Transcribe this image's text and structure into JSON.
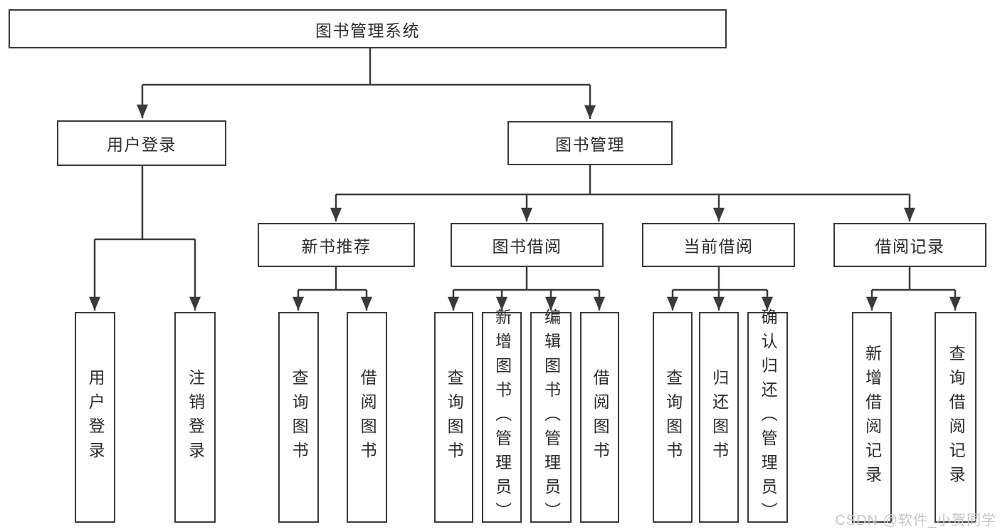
{
  "diagram": {
    "root": {
      "label": "图书管理系统"
    },
    "level2": [
      {
        "label": "用户登录"
      },
      {
        "label": "图书管理"
      }
    ],
    "level3": [
      {
        "label": "新书推荐",
        "parent": "图书管理"
      },
      {
        "label": "图书借阅",
        "parent": "图书管理"
      },
      {
        "label": "当前借阅",
        "parent": "图书管理"
      },
      {
        "label": "借阅记录",
        "parent": "图书管理"
      }
    ],
    "leaves": [
      {
        "label": "用户登录",
        "parent": "用户登录"
      },
      {
        "label": "注销登录",
        "parent": "用户登录"
      },
      {
        "label": "查询图书",
        "parent": "新书推荐"
      },
      {
        "label": "借阅图书",
        "parent": "新书推荐"
      },
      {
        "label": "查询图书",
        "parent": "图书借阅"
      },
      {
        "label": "新增图书（管理员）",
        "parent": "图书借阅"
      },
      {
        "label": "编辑图书（管理员）",
        "parent": "图书借阅"
      },
      {
        "label": "借阅图书",
        "parent": "图书借阅"
      },
      {
        "label": "查询图书",
        "parent": "当前借阅"
      },
      {
        "label": "归还图书",
        "parent": "当前借阅"
      },
      {
        "label": "确认归还（管理员）",
        "parent": "当前借阅"
      },
      {
        "label": "新增借阅记录",
        "parent": "借阅记录"
      },
      {
        "label": "查询借阅记录",
        "parent": "借阅记录"
      }
    ],
    "colors": {
      "line": "#3a3a3a",
      "text": "#2b2b2b",
      "box_background": "#ffffff",
      "page_background": "#ffffff"
    }
  },
  "watermark": {
    "text": "CSDN @软件_小贺同学",
    "color": "#c6c6c6"
  }
}
